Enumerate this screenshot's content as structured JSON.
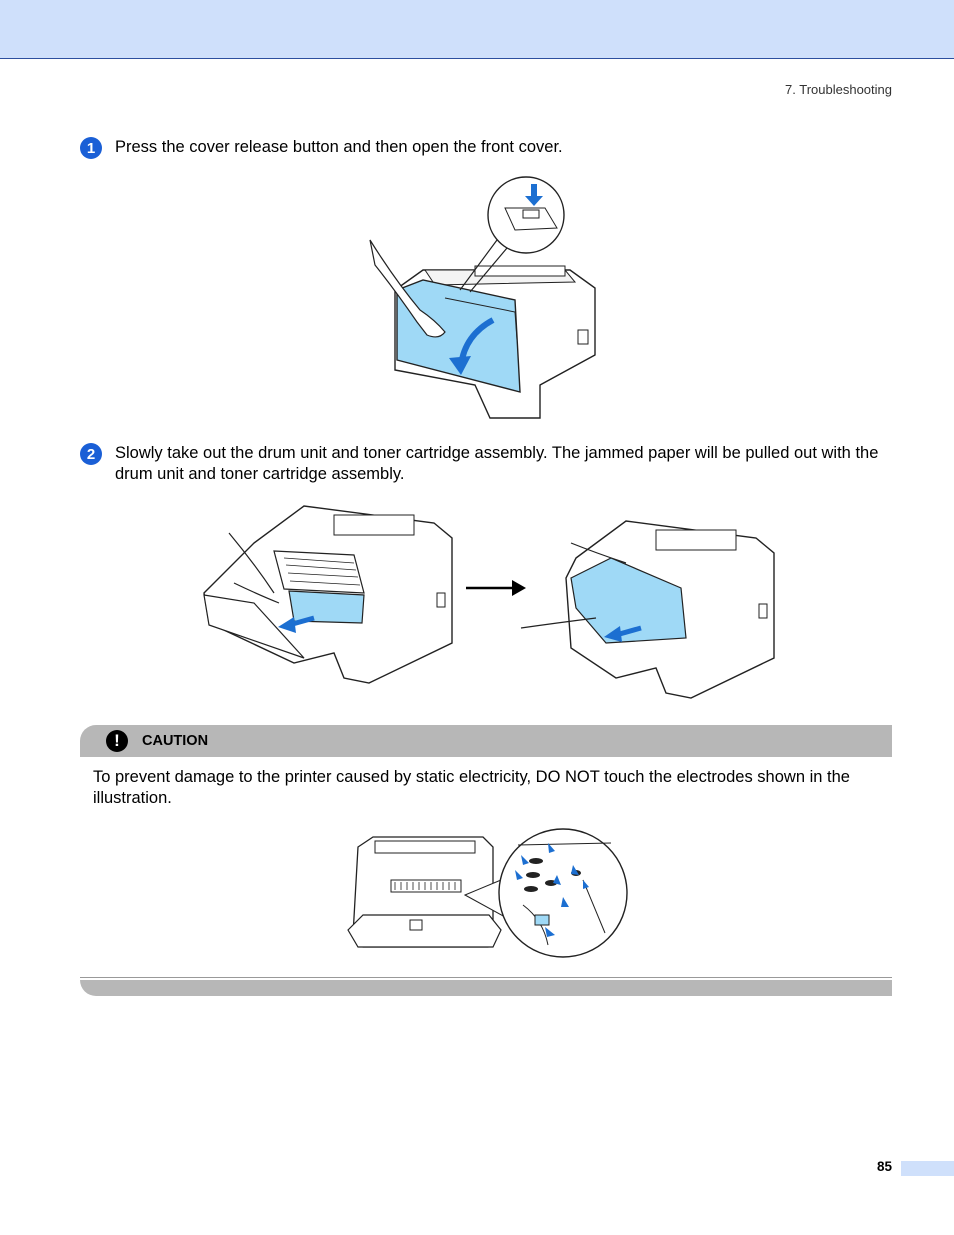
{
  "header": {
    "section": "7. Troubleshooting"
  },
  "steps": [
    {
      "number": "1",
      "text": "Press the cover release button and then open the front cover."
    },
    {
      "number": "2",
      "text": "Slowly take out the drum unit and toner cartridge assembly. The jammed paper will be pulled out with the drum unit and toner cartridge assembly."
    }
  ],
  "caution": {
    "label": "CAUTION",
    "icon": "exclamation-icon",
    "text": "To prevent damage to the printer caused by static electricity, DO NOT touch the electrodes shown in the illustration."
  },
  "footer": {
    "page_number": "85"
  },
  "colors": {
    "accent_band": "#cfe0fb",
    "step_badge": "#1a5fd6",
    "illustration_blue": "#9fd9f6",
    "caution_bar": "#b7b7b7"
  }
}
